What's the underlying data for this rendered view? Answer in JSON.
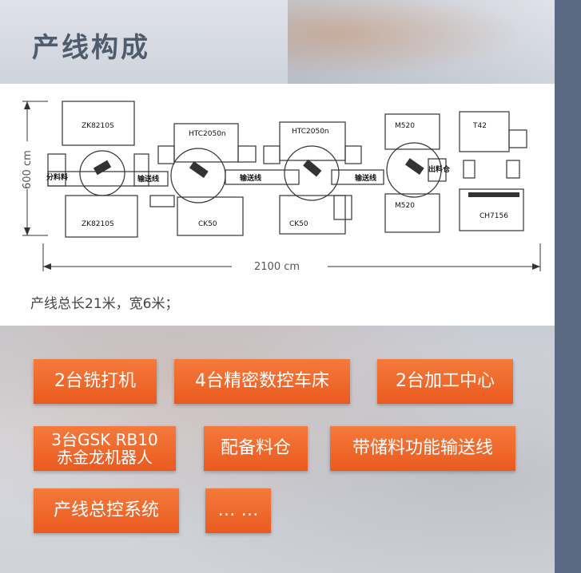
{
  "title": "产线构成",
  "layout": {
    "machines": {
      "zk_top": "ZK8210S",
      "zk_bottom": "ZK8210S",
      "htc_1": "HTC2050n",
      "htc_2": "HTC2050n",
      "ck_1": "CK50",
      "ck_2": "CK50",
      "m_top": "M520",
      "m_bottom": "M520",
      "t42": "T42",
      "ch7156": "CH7156"
    },
    "labels": {
      "conveyor_1": "输送线",
      "conveyor_2": "输送线",
      "conveyor_3": "输送线",
      "feeder_left": "分料料",
      "feeder_right": "出料仓"
    },
    "dim_height": "600 cm",
    "dim_width": "2100 cm"
  },
  "caption": "产线总长21米，宽6米；",
  "tags": [
    "2台铣打机",
    "4台精密数控车床",
    "2台加工中心",
    "3台GSK RB10\n赤金龙机器人",
    "配备料仓",
    "带储料功能输送线",
    "产线总控系统",
    "… …"
  ],
  "colors": {
    "accent": "#f06a2c",
    "sidebar": "#5a6a82",
    "title": "#4f5c6e"
  }
}
